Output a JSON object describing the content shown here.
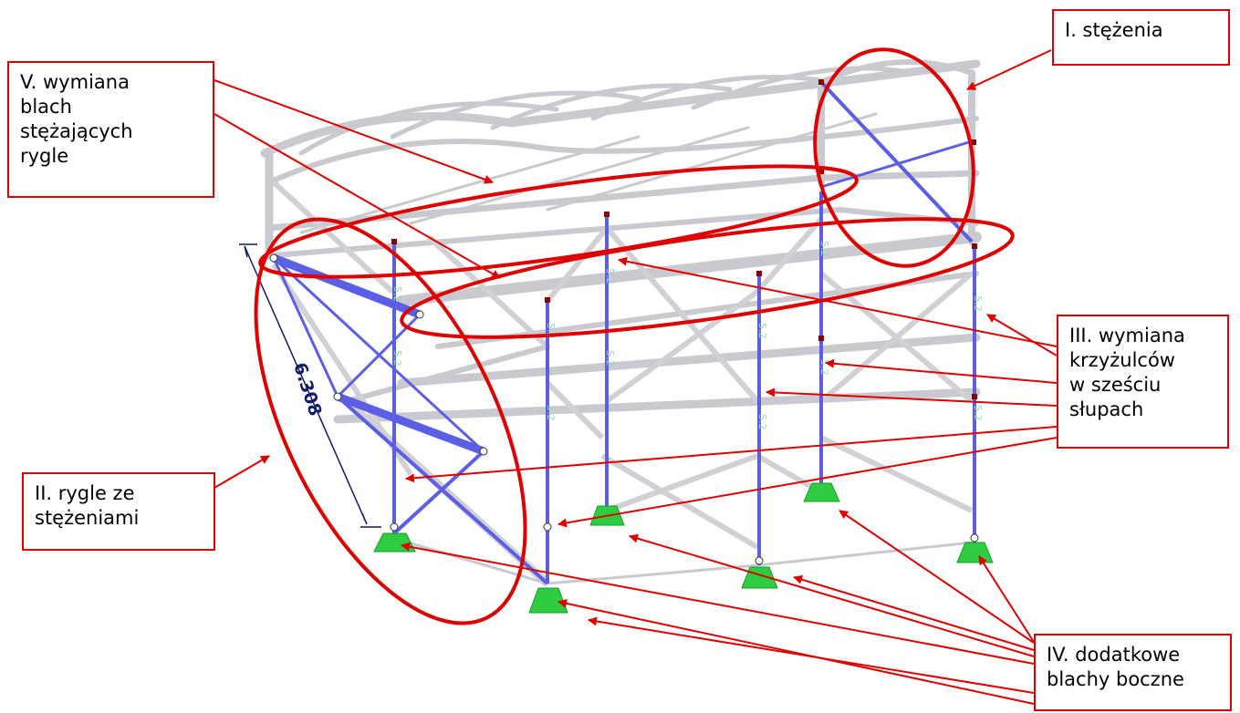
{
  "colors": {
    "annotation": "#e00000",
    "brace": "#5a5fe6",
    "frame": "#c9c9d0",
    "support": "#2ecc40",
    "dimension": "#111a6b"
  },
  "callouts": {
    "c1": "I. stężenia",
    "c2": "II. rygle ze\nstężeniami",
    "c3": "III. wymiana\nkrzyżulców\nw sześciu\nsłupach",
    "c4": "IV. dodatkowe\nblachy boczne",
    "c5": "V. wymiana\nblach\nstężających\nrygle"
  },
  "dimension": {
    "value": "6.308"
  }
}
